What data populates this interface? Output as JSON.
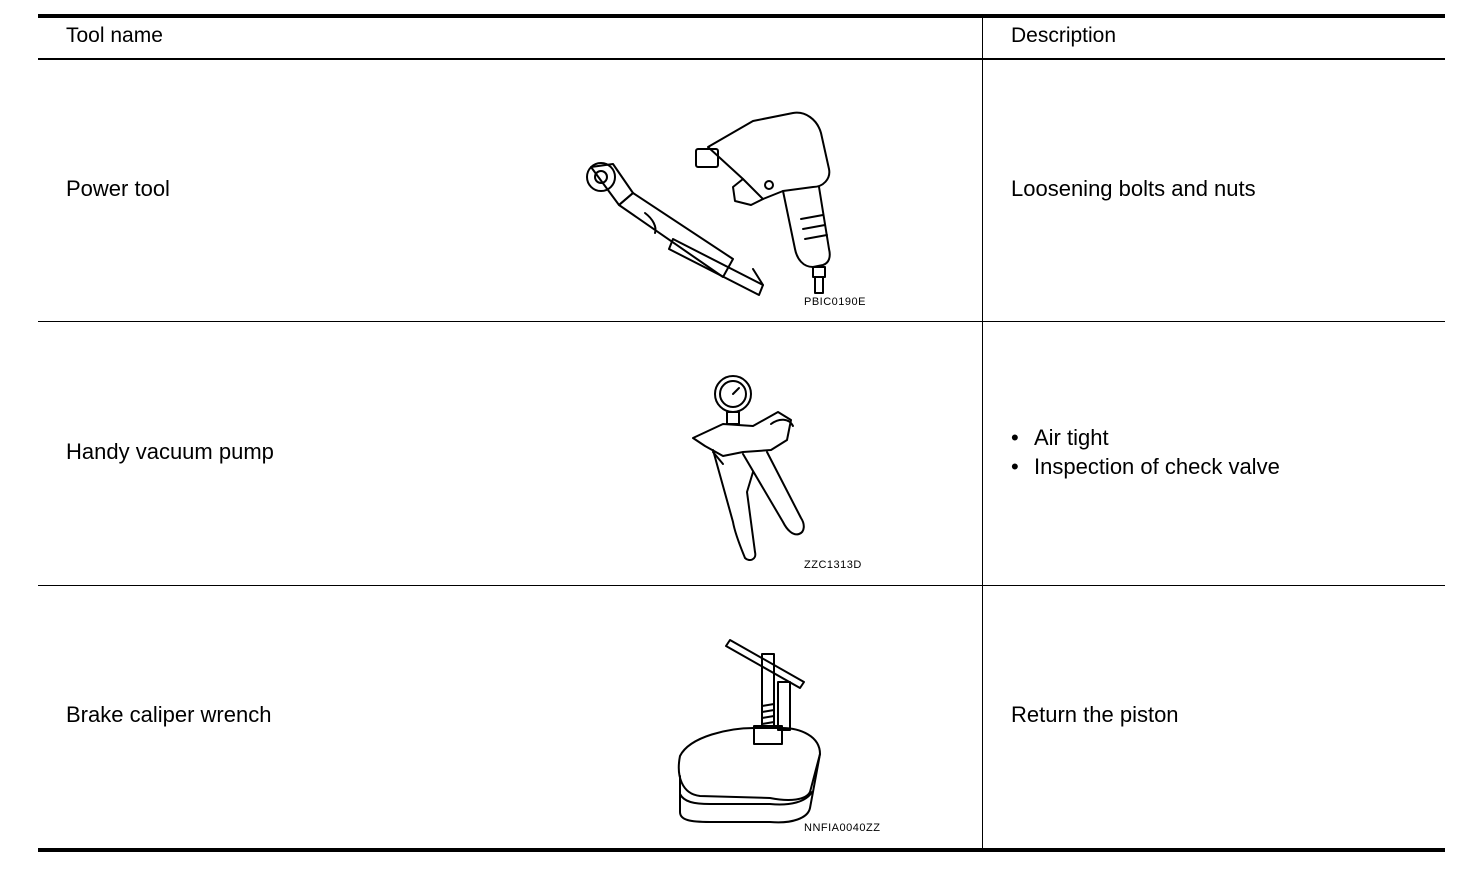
{
  "table": {
    "headers": {
      "tool_name": "Tool name",
      "description": "Description"
    },
    "rows": [
      {
        "tool": "Power tool",
        "image_code": "PBIC0190E",
        "icon": "power-tool-icon",
        "description": "Loosening bolts and nuts"
      },
      {
        "tool": "Handy vacuum pump",
        "image_code": "ZZC1313D",
        "icon": "vacuum-pump-icon",
        "bullets": [
          "Air tight",
          "Inspection of check valve"
        ]
      },
      {
        "tool": "Brake caliper wrench",
        "image_code": "NNFIA0040ZZ",
        "icon": "caliper-wrench-icon",
        "description": "Return the piston"
      }
    ]
  }
}
